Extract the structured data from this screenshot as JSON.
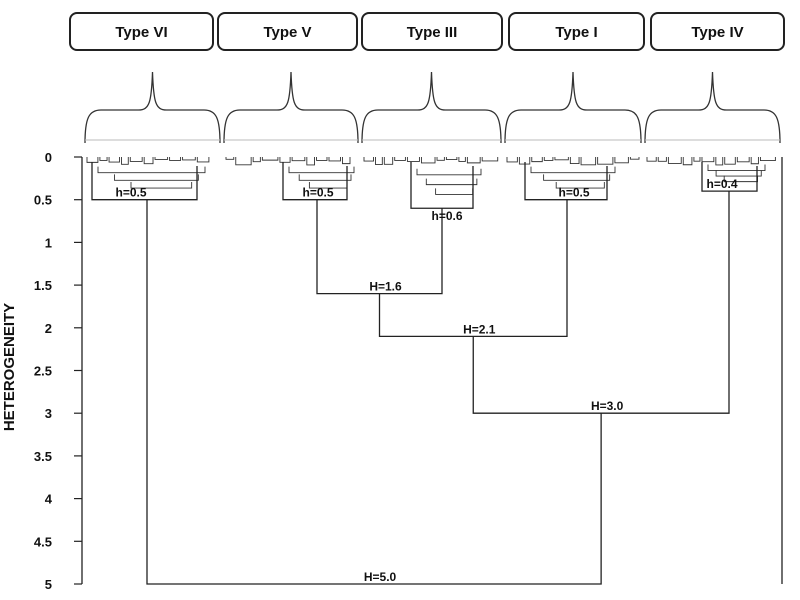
{
  "chart_data": {
    "type": "dendrogram",
    "ylabel": "HETEROGENEITY",
    "ylim": [
      0,
      5
    ],
    "yticks": [
      {
        "value": 0,
        "label": "0"
      },
      {
        "value": 0.5,
        "label": "0.5"
      },
      {
        "value": 1,
        "label": "1"
      },
      {
        "value": 1.5,
        "label": "1.5"
      },
      {
        "value": 2,
        "label": "2"
      },
      {
        "value": 2.5,
        "label": "2.5"
      },
      {
        "value": 3,
        "label": "3"
      },
      {
        "value": 3.5,
        "label": "3.5"
      },
      {
        "value": 4,
        "label": "4"
      },
      {
        "value": 4.5,
        "label": "4.5"
      },
      {
        "value": 5,
        "label": "5"
      }
    ],
    "clusters": [
      {
        "id": "type-vi",
        "label": "Type VI",
        "height": 0.5,
        "height_label": "h=0.5"
      },
      {
        "id": "type-v",
        "label": "Type V",
        "height": 0.5,
        "height_label": "h=0.5"
      },
      {
        "id": "type-iii",
        "label": "Type III",
        "height": 0.6,
        "height_label": "h=0.6"
      },
      {
        "id": "type-i",
        "label": "Type I",
        "height": 0.5,
        "height_label": "h=0.5"
      },
      {
        "id": "type-iv",
        "label": "Type IV",
        "height": 0.4,
        "height_label": "h=0.4"
      }
    ],
    "merges": [
      {
        "children": [
          "type-v",
          "type-iii"
        ],
        "height": 1.6,
        "label": "H=1.6"
      },
      {
        "children": [
          "merge-1",
          "type-i"
        ],
        "height": 2.1,
        "label": "H=2.1"
      },
      {
        "children": [
          "merge-2",
          "type-iv"
        ],
        "height": 3.0,
        "label": "H=3.0"
      },
      {
        "children": [
          "type-vi",
          "merge-3"
        ],
        "height": 5.0,
        "label": "H=5.0"
      }
    ]
  }
}
